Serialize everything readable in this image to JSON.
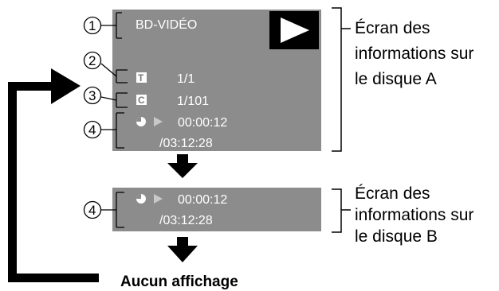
{
  "screen_a": {
    "disc_type": "BD-VIDÉO",
    "title_value": "1/1",
    "chapter_value": "1/101",
    "elapsed_time": "00:00:12",
    "total_time": "/03:12:28",
    "title_glyph": "T",
    "chapter_glyph": "C",
    "play_icon": "play-icon",
    "clock_icon": "clock-icon"
  },
  "screen_b": {
    "elapsed_time": "00:00:12",
    "total_time": "/03:12:28"
  },
  "callouts": {
    "c1": "①",
    "c2": "②",
    "c3": "③",
    "c4a": "④",
    "c4b": "④"
  },
  "labels": {
    "disc_a_line1": "Écran des",
    "disc_a_line2": "informations sur",
    "disc_a_line3": "le disque A",
    "disc_b_line1": "Écran des",
    "disc_b_line2": "informations sur",
    "disc_b_line3": "le disque B",
    "no_display": "Aucun affichage"
  },
  "colors": {
    "screen_bg": "#8c8c8c",
    "screen_text": "#ffffff",
    "ink": "#000000",
    "inactive_play": "#c8c8c8"
  }
}
